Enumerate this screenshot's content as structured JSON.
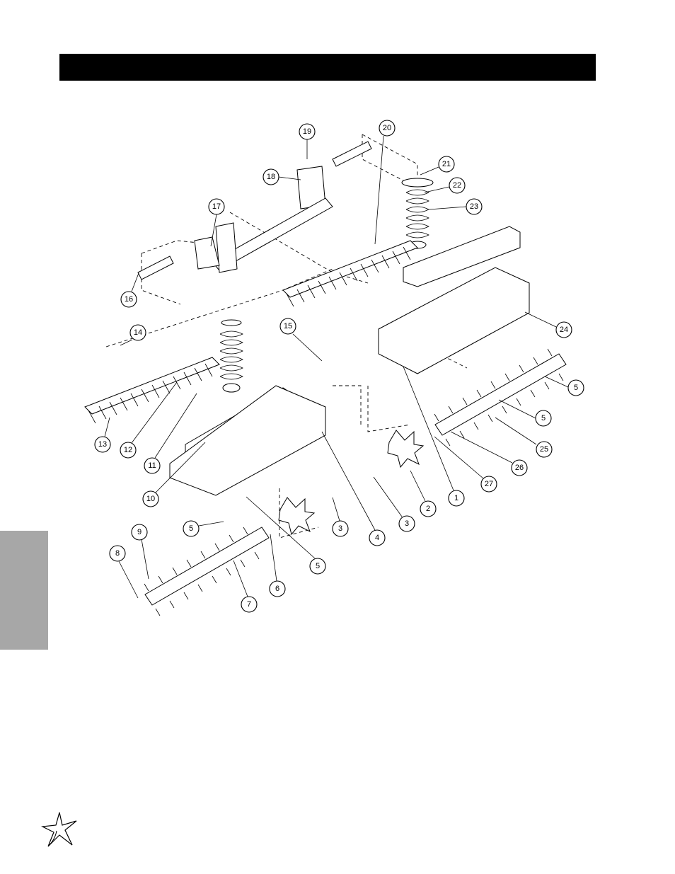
{
  "callouts": [
    {
      "label": "19"
    },
    {
      "label": "20"
    },
    {
      "label": "21"
    },
    {
      "label": "18"
    },
    {
      "label": "22"
    },
    {
      "label": "17"
    },
    {
      "label": "23"
    },
    {
      "label": "16"
    },
    {
      "label": "24"
    },
    {
      "label": "14"
    },
    {
      "label": "15"
    },
    {
      "label": "5"
    },
    {
      "label": "5"
    },
    {
      "label": "13"
    },
    {
      "label": "12"
    },
    {
      "label": "25"
    },
    {
      "label": "11"
    },
    {
      "label": "26"
    },
    {
      "label": "27"
    },
    {
      "label": "10"
    },
    {
      "label": "1"
    },
    {
      "label": "2"
    },
    {
      "label": "3"
    },
    {
      "label": "3"
    },
    {
      "label": "5"
    },
    {
      "label": "4"
    },
    {
      "label": "9"
    },
    {
      "label": "8"
    },
    {
      "label": "5"
    },
    {
      "label": "6"
    },
    {
      "label": "7"
    }
  ]
}
